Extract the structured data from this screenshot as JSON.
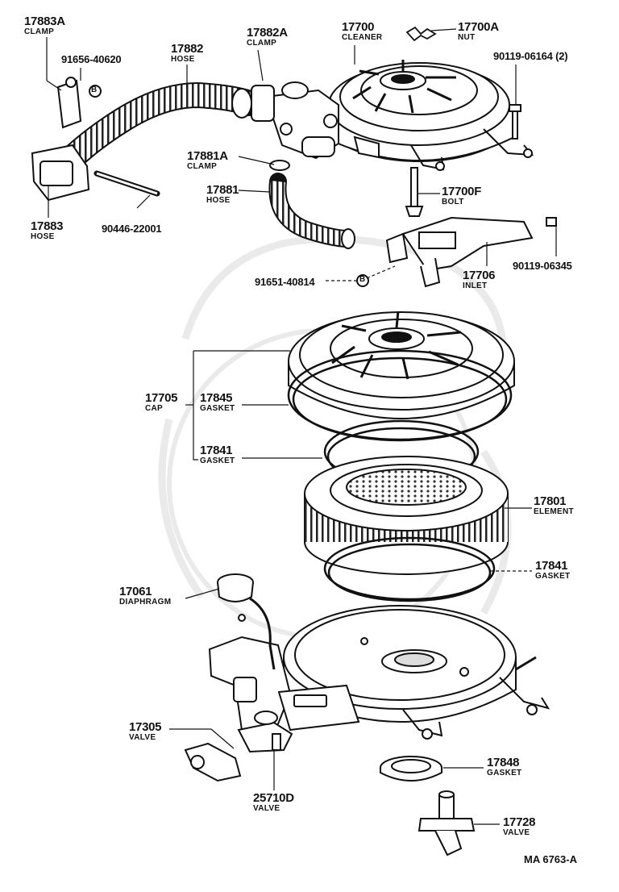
{
  "diagram_id": "MA 6763-A",
  "parts": {
    "p17883A": {
      "number": "17883A",
      "name": "CLAMP"
    },
    "p91656": {
      "number": "91656-40620",
      "name": ""
    },
    "p17882": {
      "number": "17882",
      "name": "HOSE"
    },
    "p17882A": {
      "number": "17882A",
      "name": "CLAMP"
    },
    "p17700": {
      "number": "17700",
      "name": "CLEANER"
    },
    "p17700A": {
      "number": "17700A",
      "name": "NUT"
    },
    "p90119_06164": {
      "number": "90119-06164 (2)",
      "name": ""
    },
    "p17881A": {
      "number": "17881A",
      "name": "CLAMP"
    },
    "p17881": {
      "number": "17881",
      "name": "HOSE"
    },
    "p17700F": {
      "number": "17700F",
      "name": "BOLT"
    },
    "p17883": {
      "number": "17883",
      "name": "HOSE"
    },
    "p90446": {
      "number": "90446-22001",
      "name": ""
    },
    "p90119_06345": {
      "number": "90119-06345",
      "name": ""
    },
    "p17706": {
      "number": "17706",
      "name": "INLET"
    },
    "p91651": {
      "number": "91651-40814",
      "name": ""
    },
    "p17705": {
      "number": "17705",
      "name": "CAP"
    },
    "p17845": {
      "number": "17845",
      "name": "GASKET"
    },
    "p17841a": {
      "number": "17841",
      "name": "GASKET"
    },
    "p17801": {
      "number": "17801",
      "name": "ELEMENT"
    },
    "p17841b": {
      "number": "17841",
      "name": "GASKET"
    },
    "p17061": {
      "number": "17061",
      "name": "DIAPHRAGM"
    },
    "p17305": {
      "number": "17305",
      "name": "VALVE"
    },
    "p25710D": {
      "number": "25710D",
      "name": "VALVE"
    },
    "p17848": {
      "number": "17848",
      "name": "GASKET"
    },
    "p17728": {
      "number": "17728",
      "name": "VALVE"
    }
  },
  "markers": {
    "washer_glyph": "B"
  }
}
